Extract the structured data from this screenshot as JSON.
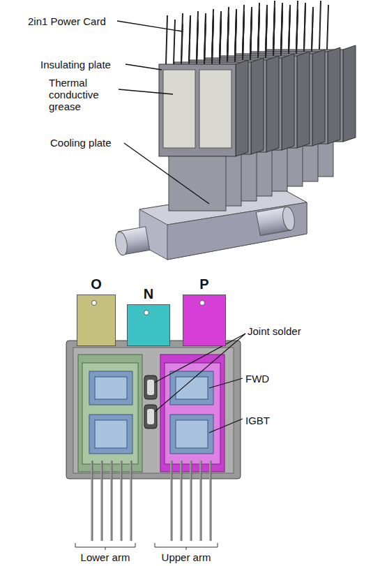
{
  "diagram": {
    "nodes": [
      {
        "text": [
          "O"
        ]
      },
      {
        "text": [
          "N"
        ]
      },
      {
        "text": [
          "P"
        ]
      }
    ],
    "labels": [
      "2in1 Power Card",
      "Insulating plate",
      "Thermal conductive grease",
      "Cooling plate",
      "Joint solder",
      "FWD",
      "IGBT",
      "Lower arm",
      "Upper arm"
    ]
  }
}
